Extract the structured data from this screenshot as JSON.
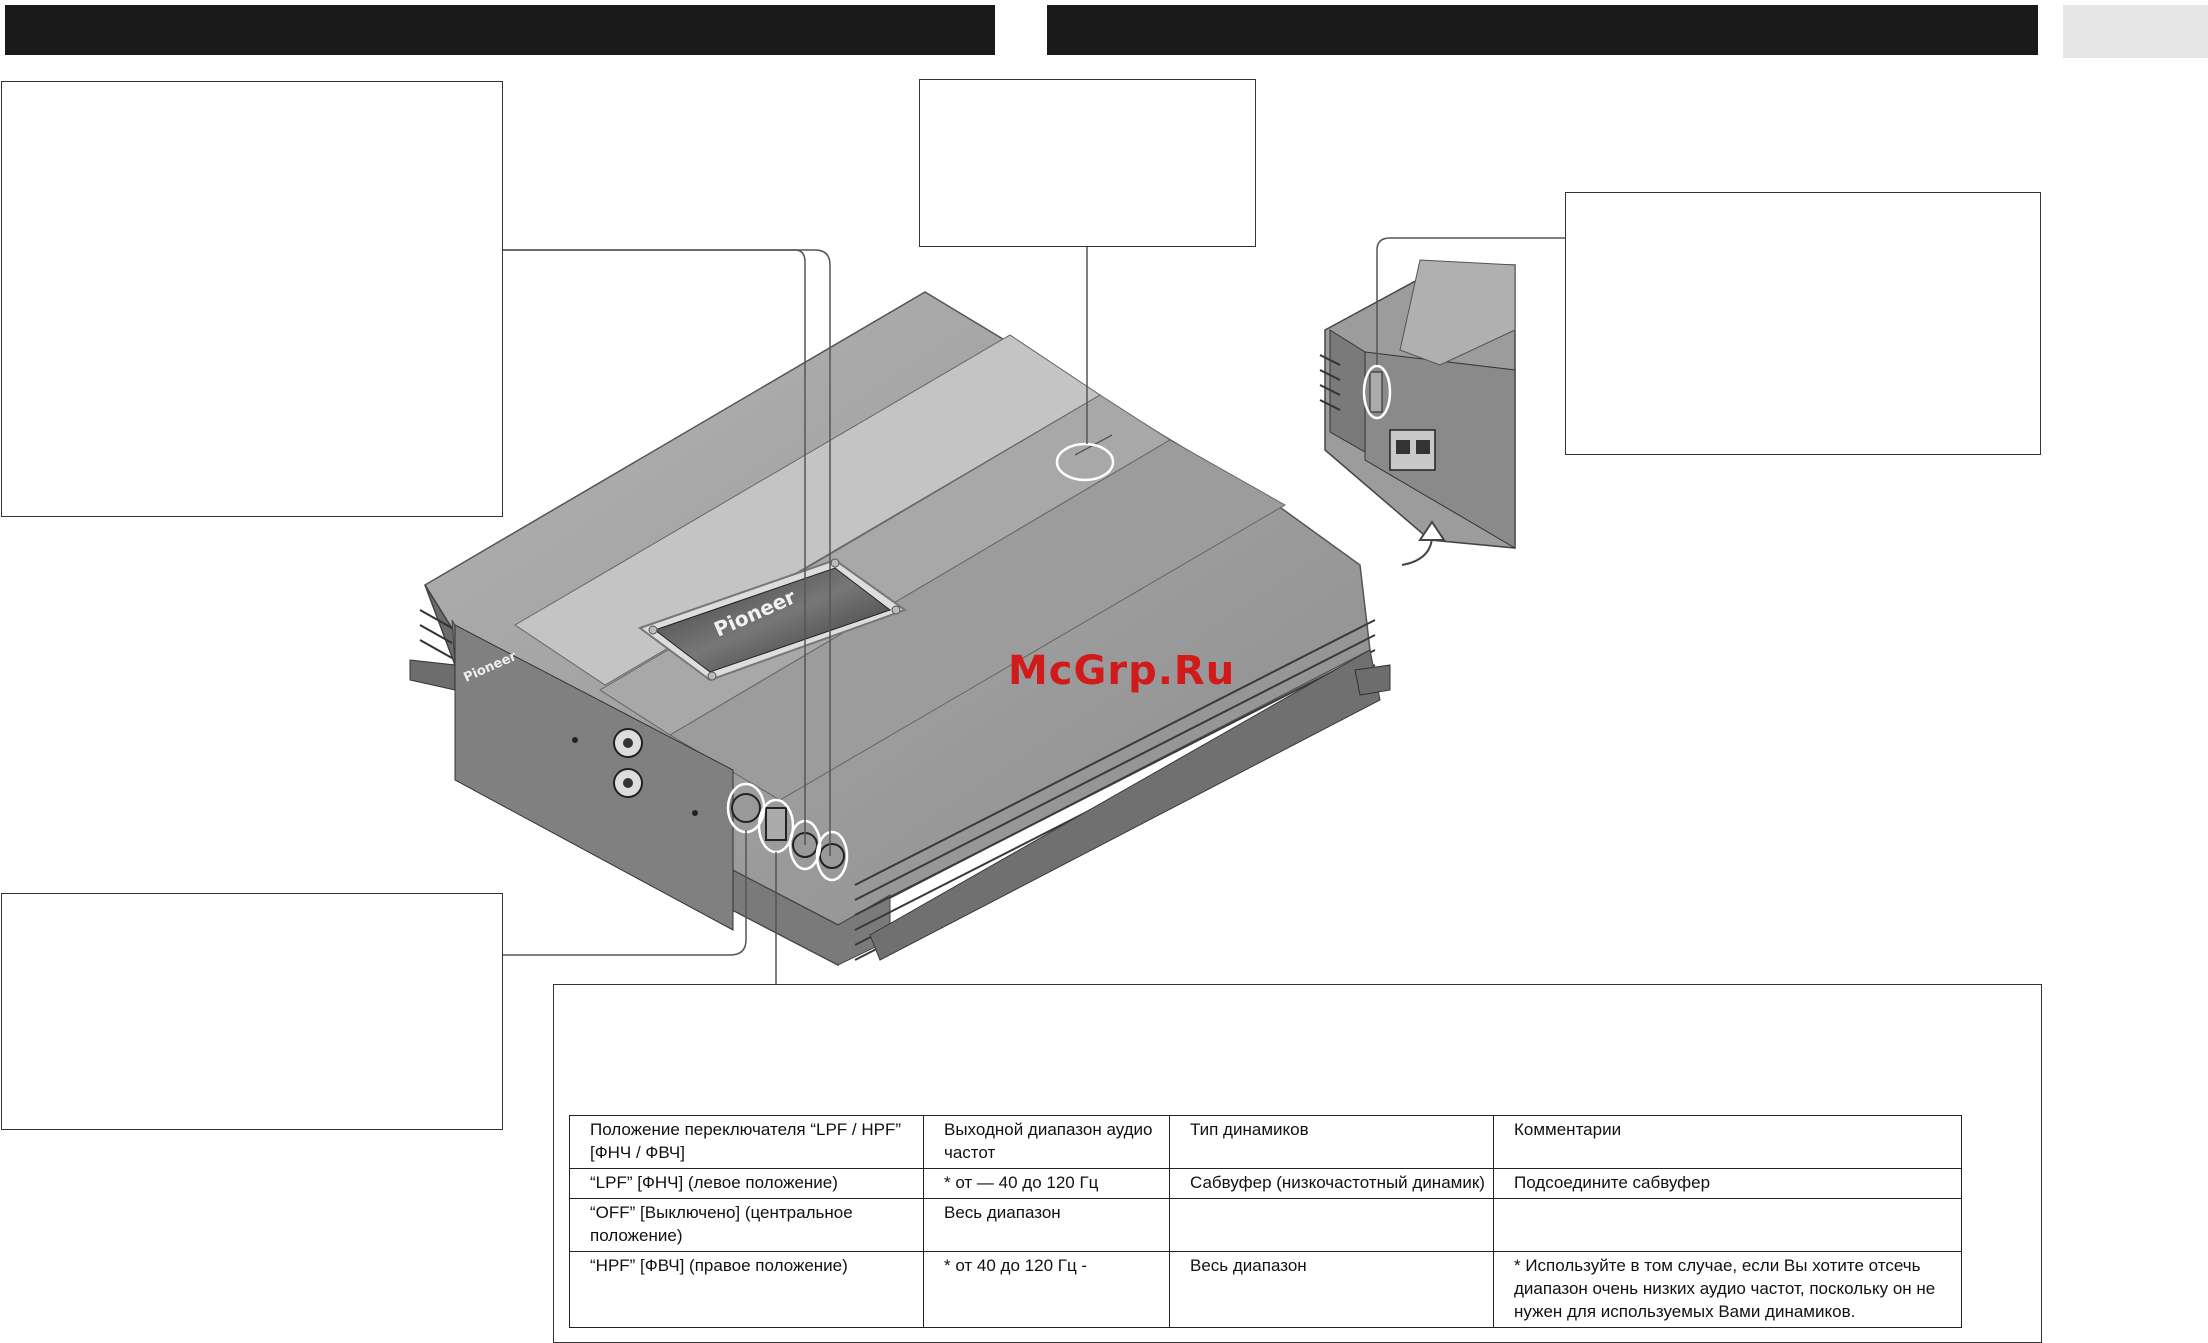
{
  "watermark": "McGrp.Ru",
  "brand": {
    "badge_logo": "Pioneer",
    "front_logo": "Pioneer"
  },
  "colors": {
    "header_bar": "#1a1a1a",
    "watermark": "#d21a1a",
    "device_body": "#9a9a9a"
  },
  "table": {
    "headers": [
      "Положение переключателя “LPF / HPF” [ФНЧ / ФВЧ]",
      "Выходной диапазон аудио частот",
      "Тип динамиков",
      "Комментарии"
    ],
    "rows": [
      [
        "“LPF” [ФНЧ] (левое положение)",
        "* от — 40 до 120 Гц",
        "Сабвуфер (низкочастотный динамик)",
        "Подсоедините сабвуфер"
      ],
      [
        "“OFF” [Выключено] (центральное положение)",
        "Весь диапазон",
        "",
        ""
      ],
      [
        "“HPF” [ФВЧ] (правое положение)",
        "* от 40 до 120 Гц -",
        "Весь диапазон",
        "* Используйте в том случае, если Вы хотите отсечь диапазон очень низких аудио частот, поскольку он не нужен для используемых Вами динамиков."
      ]
    ]
  }
}
